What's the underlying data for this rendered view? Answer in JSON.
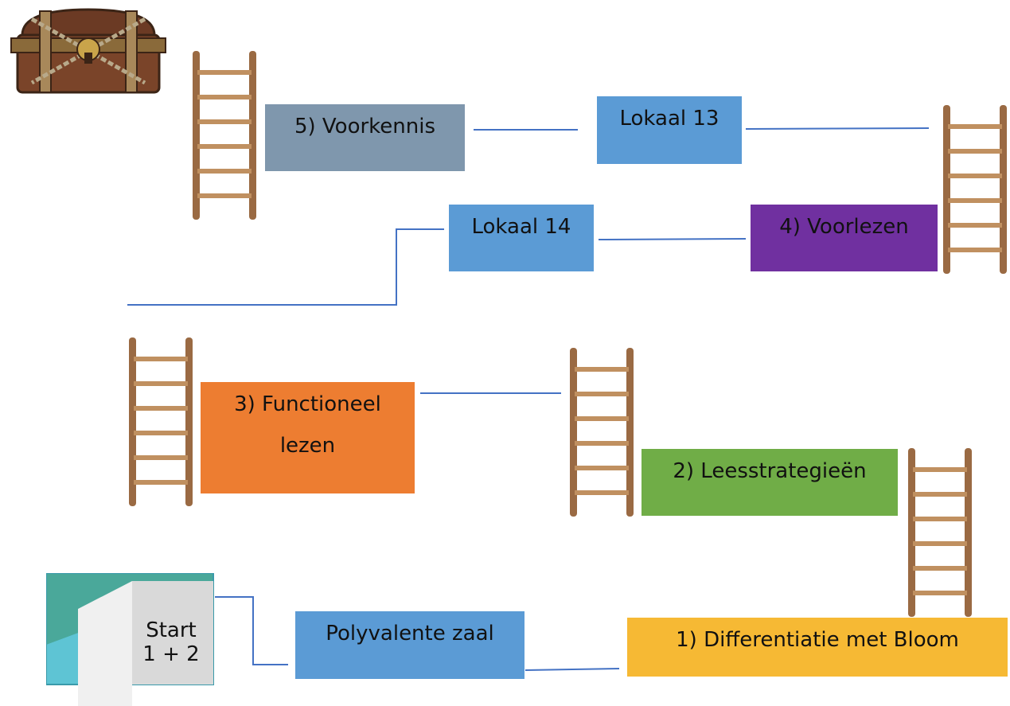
{
  "colors": {
    "blue": "#5b9bd5",
    "slate": "#7f97ad",
    "purple": "#7030a0",
    "orange": "#ed7d31",
    "green": "#70ad47",
    "yellow": "#f6b934",
    "line": "#4472c4",
    "ladder_wood": "#9a6a43"
  },
  "icons": {
    "treasure": "treasure-chest-icon",
    "start": "open-door-icon",
    "ladder": "ladder-icon"
  },
  "start": {
    "line1": "Start",
    "line2": "1 + 2"
  },
  "rooms": {
    "polyvalente": "Polyvalente zaal",
    "lokaal13": "Lokaal 13",
    "lokaal14": "Lokaal 14"
  },
  "steps": {
    "s1": "1) Differentiatie met Bloom",
    "s2": "2) Leesstrategieën",
    "s3_line1": "3) Functioneel",
    "s3_line2": "lezen",
    "s4": "4) Voorlezen",
    "s5": "5) Voorkennis"
  }
}
